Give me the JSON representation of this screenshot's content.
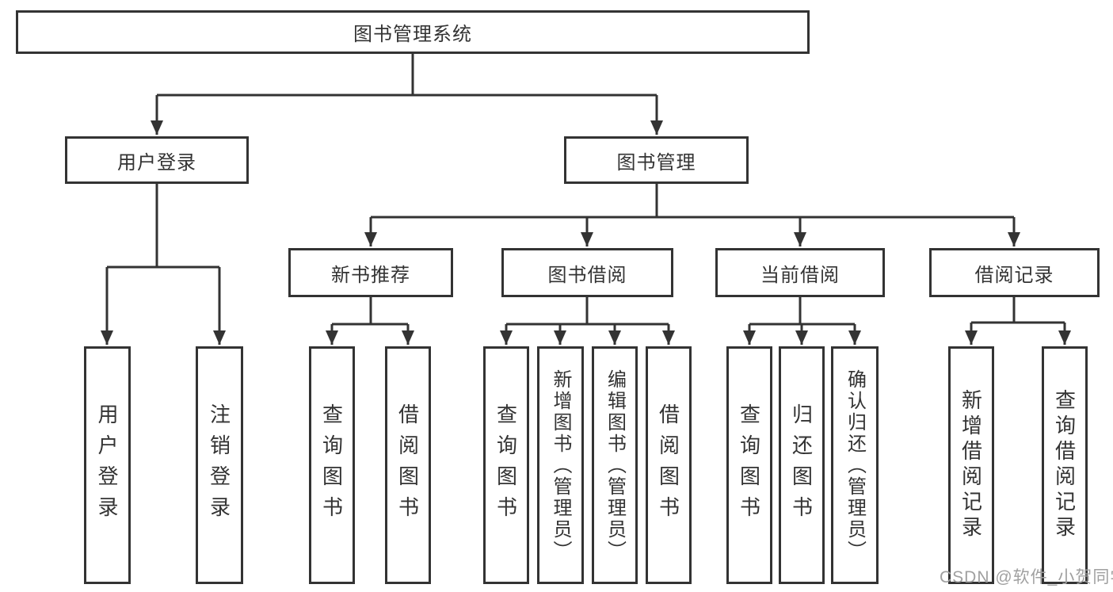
{
  "tree": {
    "root": {
      "label": "图书管理系统"
    },
    "branches": [
      {
        "label": "用户登录",
        "children": [
          {
            "label": "用户登录"
          },
          {
            "label": "注销登录"
          }
        ]
      },
      {
        "label": "图书管理",
        "children": [
          {
            "label": "新书推荐",
            "children": [
              {
                "label": "查询图书"
              },
              {
                "label": "借阅图书"
              }
            ]
          },
          {
            "label": "图书借阅",
            "children": [
              {
                "label": "查询图书"
              },
              {
                "label": "新增图书（管理员）"
              },
              {
                "label": "编辑图书（管理员）"
              },
              {
                "label": "借阅图书"
              }
            ]
          },
          {
            "label": "当前借阅",
            "children": [
              {
                "label": "查询图书"
              },
              {
                "label": "归还图书"
              },
              {
                "label": "确认归还（管理员）"
              }
            ]
          },
          {
            "label": "借阅记录",
            "children": [
              {
                "label": "新增借阅记录"
              },
              {
                "label": "查询借阅记录"
              }
            ]
          }
        ]
      }
    ]
  },
  "watermark": "CSDN @软件_小贺同学",
  "colors": {
    "line": "#333333",
    "box_border": "#333333",
    "text": "#333333",
    "watermark": "#a0a0a0",
    "background": "#ffffff"
  }
}
